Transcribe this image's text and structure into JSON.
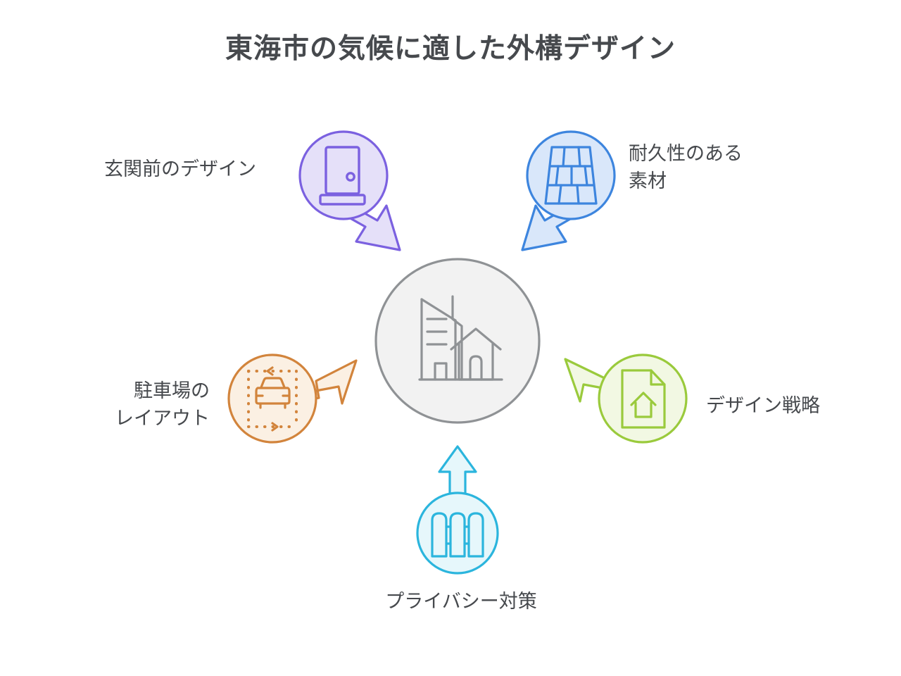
{
  "page": {
    "title": "東海市の気候に適した外構デザイン",
    "background_color": "#ffffff",
    "text_color": "#46494d"
  },
  "center": {
    "icon": "buildings-houses-icon",
    "stroke_color": "#909497",
    "fill_color": "#f2f2f2"
  },
  "nodes": [
    {
      "id": "entrance",
      "label": "玄関前のデザイン",
      "icon": "door-icon",
      "stroke_color": "#7B61E0",
      "fill_color": "#E5E0F9",
      "arrow_direction": "down-right",
      "position": "top-left"
    },
    {
      "id": "material",
      "label": "耐久性のある\n素材",
      "icon": "brick-paving-icon",
      "stroke_color": "#3D85DE",
      "fill_color": "#D9E7FA",
      "arrow_direction": "down-left",
      "position": "top-right"
    },
    {
      "id": "parking",
      "label": "駐車場の\nレイアウト",
      "icon": "car-parking-icon",
      "stroke_color": "#D2843C",
      "fill_color": "#FBF0E3",
      "arrow_direction": "up-right",
      "position": "left"
    },
    {
      "id": "strategy",
      "label": "デザイン戦略",
      "icon": "document-house-icon",
      "stroke_color": "#9ACA3C",
      "fill_color": "#F2F8E3",
      "arrow_direction": "up-left",
      "position": "right"
    },
    {
      "id": "privacy",
      "label": "プライバシー対策",
      "icon": "fence-icon",
      "stroke_color": "#2BB5DD",
      "fill_color": "#E6F7FB",
      "arrow_direction": "up",
      "position": "bottom"
    }
  ]
}
